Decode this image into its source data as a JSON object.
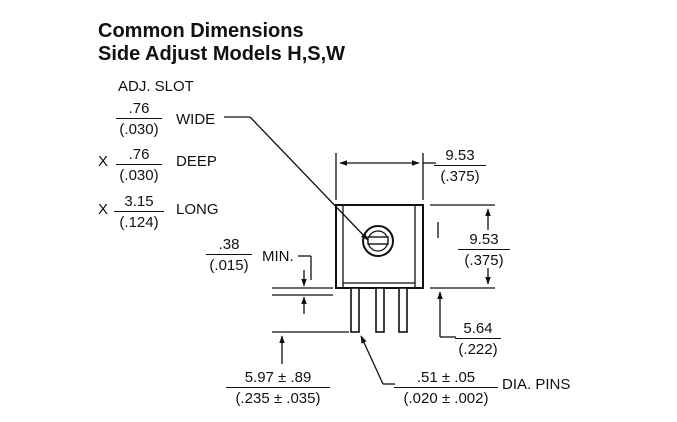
{
  "title": {
    "line1": "Common Dimensions",
    "line2": "Side Adjust Models H,S,W"
  },
  "adj_slot": {
    "label": "ADJ. SLOT",
    "wide": {
      "num": ".76",
      "den": "(.030)",
      "label": "WIDE"
    },
    "deep": {
      "prefix": "X",
      "num": ".76",
      "den": "(.030)",
      "label": "DEEP"
    },
    "long": {
      "prefix": "X",
      "num": "3.15",
      "den": "(.124)",
      "label": "LONG"
    }
  },
  "dims": {
    "width": {
      "num": "9.53",
      "den": "(.375)"
    },
    "height": {
      "num": "9.53",
      "den": "(.375)"
    },
    "standoff": {
      "num": ".38",
      "den": "(.015)",
      "label": "MIN."
    },
    "pin_length": {
      "num": "5.64",
      "den": "(.222)"
    },
    "pin_offset": {
      "num": "5.97 ± .89",
      "den": "(.235 ± .035)"
    },
    "pin_dia": {
      "num": ".51 ± .05",
      "den": "(.020 ± .002)",
      "label": "DIA. PINS"
    }
  }
}
